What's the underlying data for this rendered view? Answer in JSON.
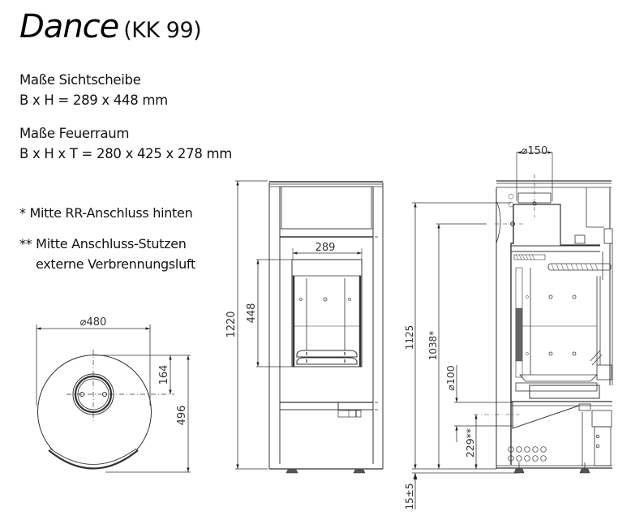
{
  "header": {
    "product_name": "Dance",
    "model_code": "(KK 99)"
  },
  "specs": {
    "glass": {
      "label": "Maße Sichtscheibe",
      "value": "B x H = 289 x 448 mm"
    },
    "firebox": {
      "label": "Maße Feuerraum",
      "value": "B x H x T = 280 x 425 x 278 mm"
    }
  },
  "notes": [
    {
      "marker": "*",
      "text": "* Mitte RR-Anschluss hinten"
    },
    {
      "marker": "**",
      "text": "** Mitte Anschluss-Stutzen",
      "text2": "externe Verbrennungsluft"
    }
  ],
  "top_view": {
    "diameter_label": "⌀480",
    "depth_label": "496",
    "flue_offset_label": "164"
  },
  "front_view": {
    "height_label": "1220",
    "glass_height_label": "448",
    "glass_width_label": "289"
  },
  "side_view": {
    "flue_diameter_label": "⌀150",
    "flue_height_label": "1125",
    "rear_flue_height_label": "1038*",
    "air_inlet_diameter_label": "⌀100",
    "air_inlet_height_label": "229**",
    "feet_label": "15±5"
  },
  "colors": {
    "line": "#3a3a3a",
    "text": "#111111",
    "background": "#ffffff"
  }
}
